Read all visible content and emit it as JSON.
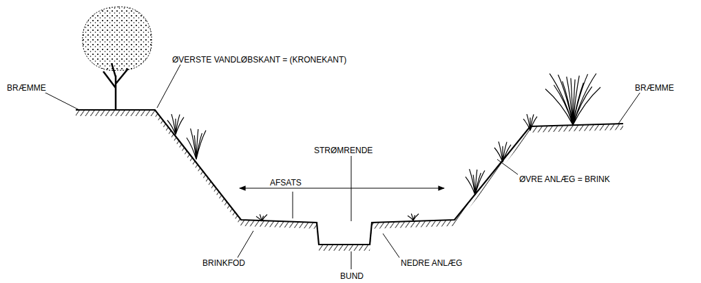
{
  "diagram": {
    "labels": [
      "BRÆMME",
      "ØVERSTE VANDLØBSKANT = (KRONEKANT)",
      "BRÆMME",
      "STRØMRENDE",
      "AFSATS",
      "ØVRE ANLÆG = BRINK",
      "BRINKFOD",
      "NEDRE ANLÆG",
      "BUND"
    ]
  }
}
